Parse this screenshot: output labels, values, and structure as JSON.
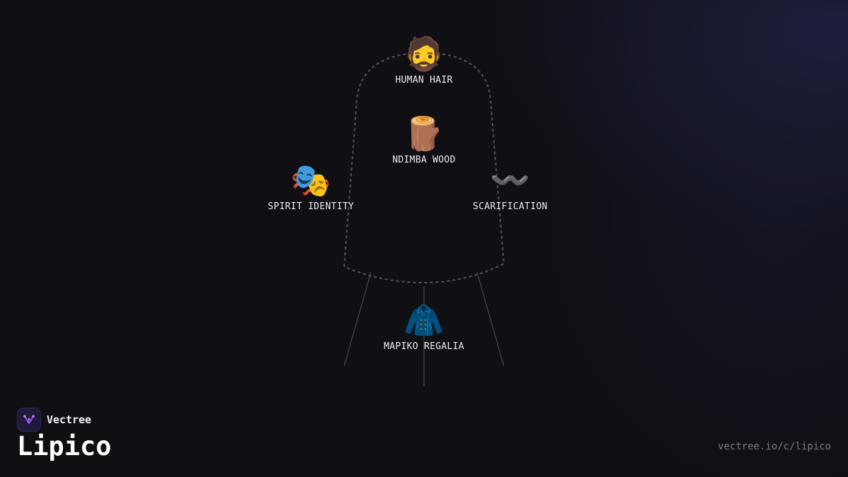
{
  "brand": {
    "name": "Vectree",
    "logo_icon": "vectree-logo-icon",
    "accent": "#a855f7"
  },
  "title": "Lipico",
  "url": "vectree.io/c/lipico",
  "colors": {
    "background": "#0f0f14",
    "outline": "#55555e",
    "label": "#eeeef2"
  },
  "nodes": {
    "human_hair": {
      "emoji": "🧔",
      "icon": "bearded-person-icon",
      "label": "HUMAN HAIR"
    },
    "ndimba_wood": {
      "emoji": "🪵",
      "icon": "wood-log-icon",
      "label": "NDIMBA WOOD"
    },
    "spirit_identity": {
      "emoji": "🎭",
      "icon": "performing-arts-masks-icon",
      "label": "SPIRIT IDENTITY"
    },
    "scarification": {
      "emoji": "〰️",
      "icon": "wavy-dash-icon",
      "label": "SCARIFICATION"
    },
    "mapiko_regalia": {
      "emoji": "🧥",
      "icon": "coat-icon",
      "label": "MAPIKO REGALIA"
    }
  }
}
